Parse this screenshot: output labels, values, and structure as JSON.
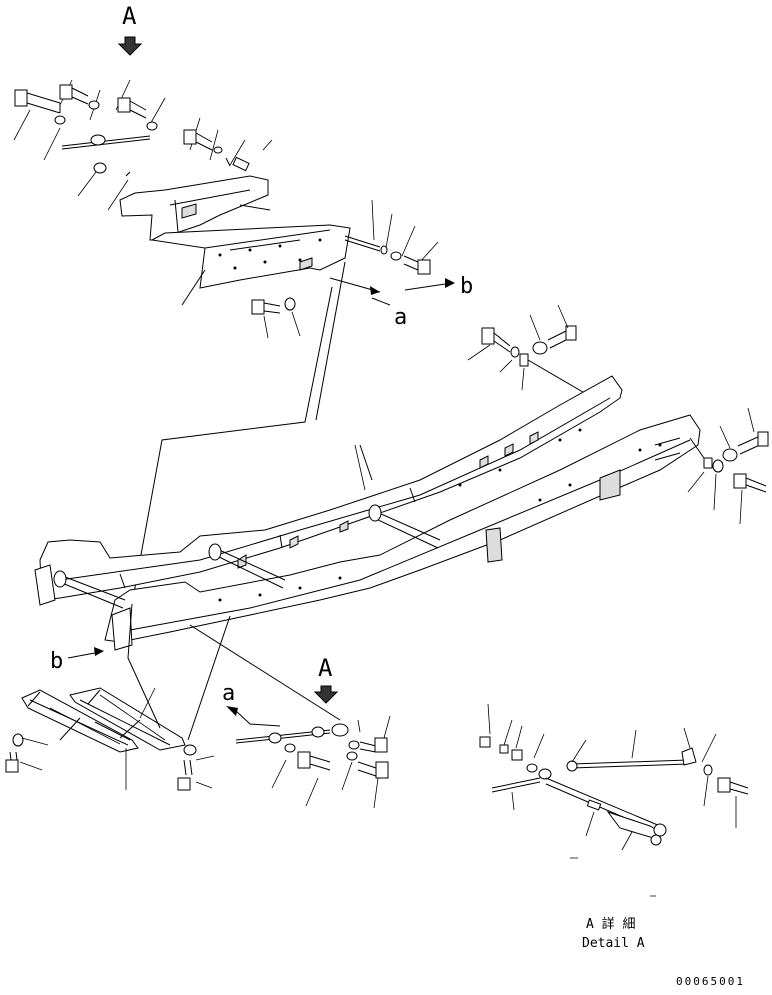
{
  "view_labels": {
    "view_a_top": "A",
    "view_a_mid": "A",
    "arrow_a_top": "a",
    "arrow_a_mid": "a",
    "arrow_b_top": "b",
    "arrow_b_mid": "b"
  },
  "detail": {
    "title_jp": "A 詳 細",
    "title_en": "Detail A"
  },
  "drawing_number": "00065001",
  "icons": {
    "view_arrow": "view-direction-arrow",
    "bolt": "bolt-icon",
    "washer": "washer-icon",
    "nut": "nut-icon",
    "pin": "pin-icon"
  }
}
